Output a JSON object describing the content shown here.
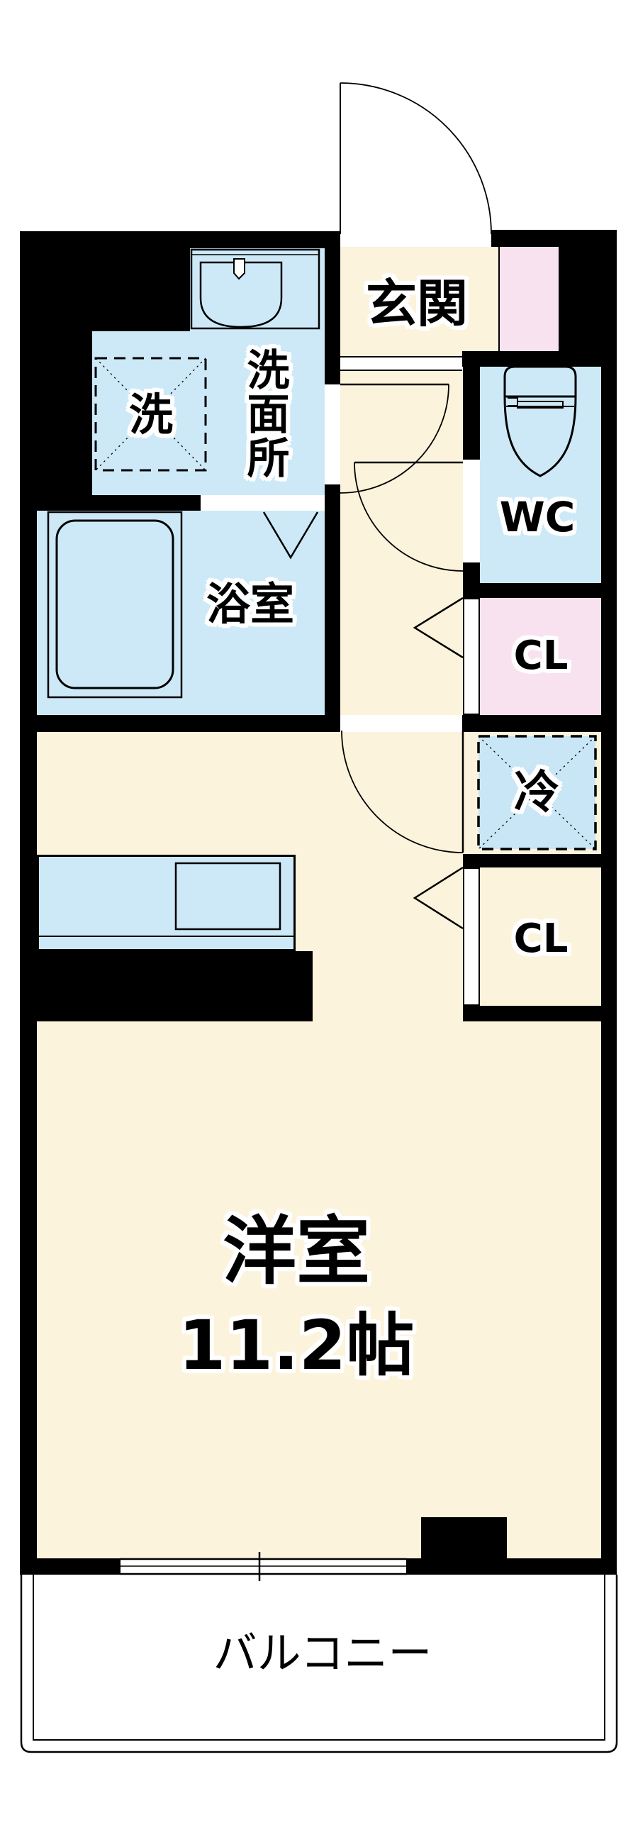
{
  "plan": {
    "colors": {
      "bg": "#FFFFFF",
      "wall": "#000000",
      "room_cream": "#FCF3DC",
      "wet_blue": "#CDE9F7",
      "closet_pink": "#F9E2EF",
      "fridge_blue": "#C9E6F6",
      "text": "#000000"
    },
    "rooms": {
      "entrance": {
        "label": "玄関"
      },
      "washroom": {
        "label": "洗面所"
      },
      "washer_space": {
        "label": "洗"
      },
      "bathroom": {
        "label": "浴室"
      },
      "toilet": {
        "label": "WC"
      },
      "closet_upper": {
        "label": "CL"
      },
      "fridge_space": {
        "label": "冷"
      },
      "closet_lower": {
        "label": "CL"
      },
      "main_room": {
        "label": "洋室",
        "size": "11.2帖"
      },
      "balcony": {
        "label": "バルコニー"
      }
    }
  }
}
